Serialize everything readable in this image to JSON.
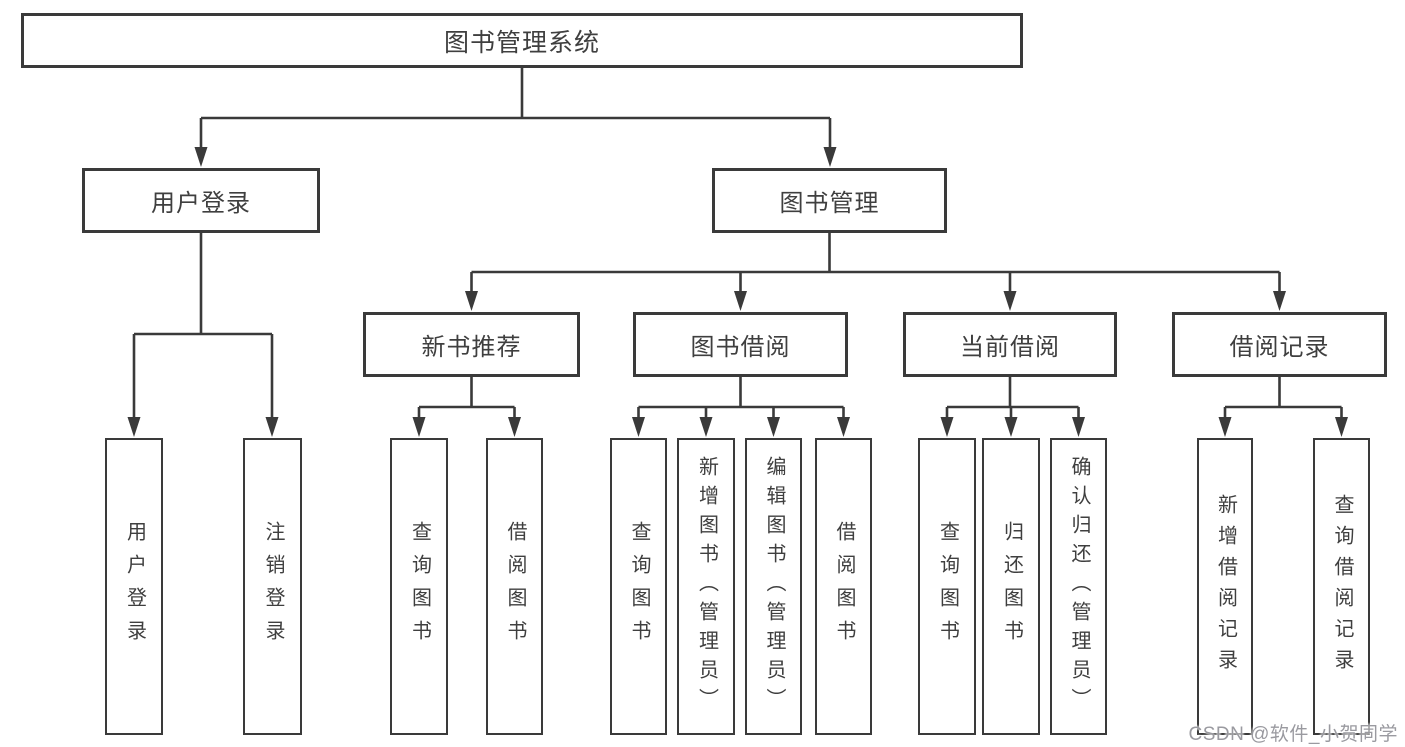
{
  "diagram": {
    "title": "图书管理系统",
    "root": {
      "label": "图书管理系统"
    },
    "branches": [
      {
        "id": "user-login",
        "label": "用户登录",
        "children": [
          "用户登录",
          "注销登录"
        ]
      },
      {
        "id": "book-management",
        "label": "图书管理",
        "groups": [
          {
            "id": "new-book-recommendation",
            "label": "新书推荐",
            "children": [
              "查询图书",
              "借阅图书"
            ]
          },
          {
            "id": "book-borrowing",
            "label": "图书借阅",
            "children": [
              "查询图书",
              "新增图书（管理员）",
              "编辑图书（管理员）",
              "借阅图书"
            ]
          },
          {
            "id": "current-borrowing",
            "label": "当前借阅",
            "children": [
              "查询图书",
              "归还图书",
              "确认归还（管理员）"
            ]
          },
          {
            "id": "borrowing-records",
            "label": "借阅记录",
            "children": [
              "新增借阅记录",
              "查询借阅记录"
            ]
          }
        ]
      }
    ]
  },
  "watermark": {
    "text": "CSDN @软件_小贺同学"
  },
  "colors": {
    "line": "#3a3a3a",
    "text": "#3f3f3f",
    "watermark": "#9a9aa0",
    "background": "#ffffff"
  }
}
